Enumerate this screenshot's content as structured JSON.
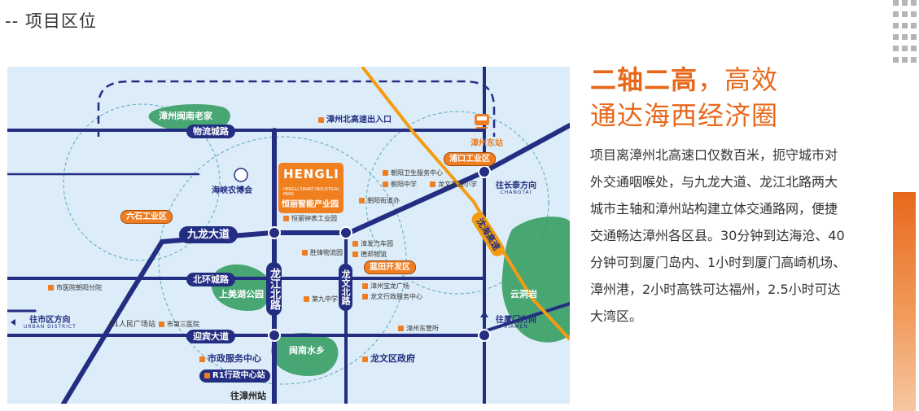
{
  "section_title": "-- 项目区位",
  "headline": {
    "line1_bold": "二轴二高",
    "line1_rest": "，高效",
    "line2": "通达海西经济圈"
  },
  "body": "项目离漳州北高速口仅数百米，扼守城市对外交通咽喉处，与九龙大道、龙江北路两大城市主轴和漳州站构建立体交通路网，便捷交通畅达漳州各区县。30分钟到达海沧、40分钟可到厦门岛内、1小时到厦门高崎机场、漳州港，2小时高铁可达福州，2.5小时可达大湾区。",
  "map": {
    "green_areas": {
      "a1": "漳州闽南老家",
      "a2": "上美湖公园",
      "a3": "闽南水乡",
      "a4": "云洞岩"
    },
    "roads": {
      "wuliu": "物流城路",
      "jiulong": "九龙大道",
      "beihuan": "北环城路",
      "yingbin": "迎宾大道",
      "longjiang": "龙江北路",
      "longwen": "龙文北路",
      "expressway": "沈海高速"
    },
    "tags": {
      "liushi": "六石工业区",
      "pukou": "浦口工业区",
      "lantian": "蓝田开发区"
    },
    "hengli": {
      "en": "HENGLI",
      "cn": "恒丽智能产业园",
      "tiny": "HENGLI SMART INDUSTRIAL PARK"
    },
    "labels": {
      "exit": "漳州北高速出入口",
      "station": "漳州东站",
      "expo": "海峡农博会",
      "r1": "R1人民广场站",
      "r1_center": "R1行政中心站",
      "muni": "市政服务中心",
      "longwen_gov": "龙文区政府",
      "to_station": "往漳州站"
    },
    "pois": {
      "p1": "朝阳卫生服务中心",
      "p2": "朝阳中学",
      "p3": "龙文实验小学",
      "p4": "朝阳街道办",
      "p5": "恒丽钟表工业园",
      "p6": "漳发汽车园",
      "p7": "德邦物流",
      "p8": "胜锋物流园",
      "p9": "漳州宝龙广场",
      "p10": "龙文行政服务中心",
      "p11": "第九中学",
      "p12": "市医院朝阳分院",
      "p13": "市第三医院",
      "p14": "漳州东管所"
    },
    "directions": {
      "changtai": "往长泰方向",
      "changtai_en": "CHANGTAI",
      "xiamen": "往厦门方向",
      "xiamen_en": "XIAMEN",
      "urban": "往市区方向",
      "urban_en": "URBAN DISTRICT"
    }
  },
  "colors": {
    "accent": "#e8681b",
    "road": "#232e82",
    "water": "#dcecf8",
    "green": "#2e9a5c"
  }
}
